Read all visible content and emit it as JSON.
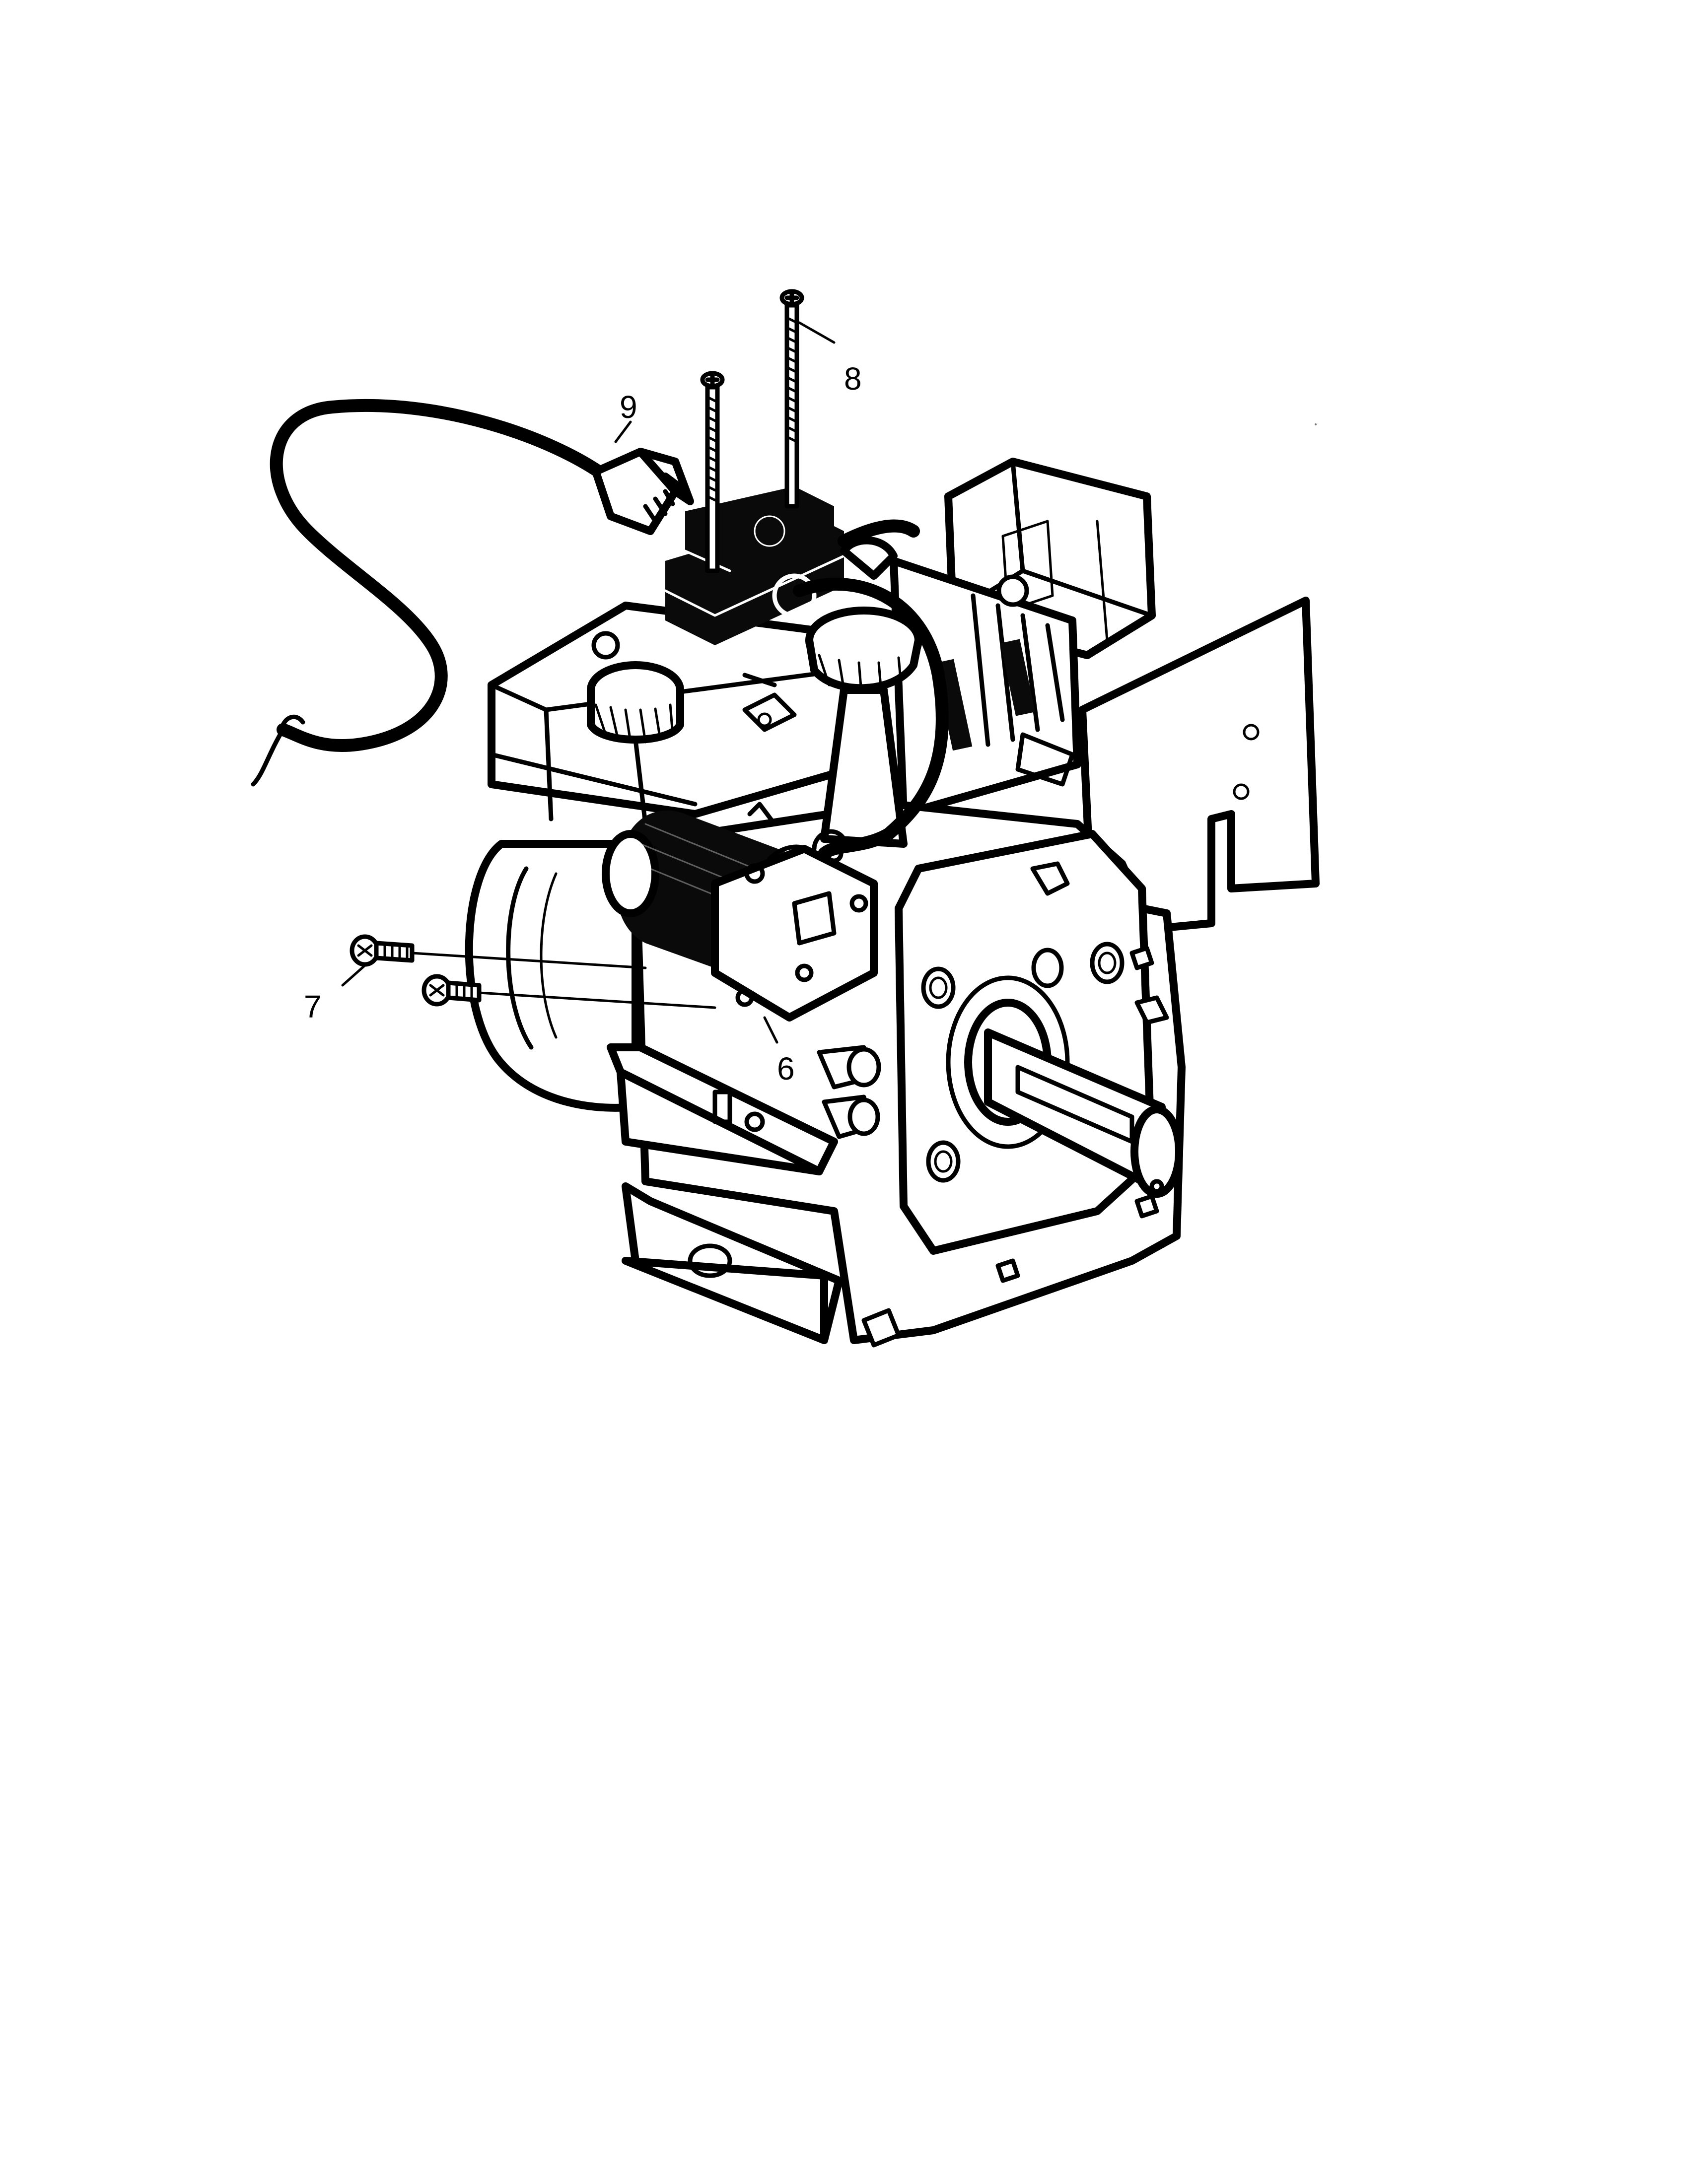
{
  "diagram": {
    "callouts": [
      {
        "id": "6",
        "label": "6"
      },
      {
        "id": "7",
        "label": "7"
      },
      {
        "id": "8",
        "label": "8"
      },
      {
        "id": "9",
        "label": "9"
      }
    ]
  }
}
